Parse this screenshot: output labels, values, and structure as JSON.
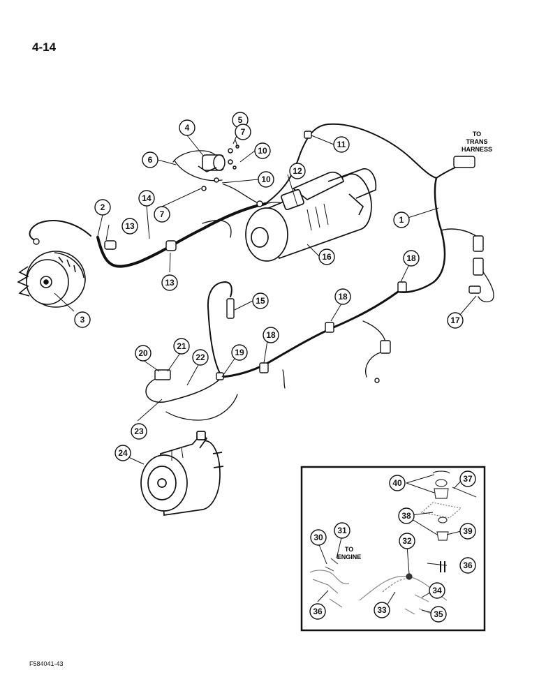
{
  "page": {
    "number": "4-14",
    "figure_code": "F584041-43"
  },
  "notes": {
    "trans_harness": [
      "TO",
      "TRANS",
      "HARNESS"
    ],
    "engine": [
      "TO",
      "ENGINE"
    ]
  },
  "callouts": [
    "1",
    "2",
    "3",
    "4",
    "5",
    "6",
    "7",
    "7",
    "10",
    "10",
    "11",
    "12",
    "13",
    "13",
    "14",
    "15",
    "16",
    "17",
    "18",
    "18",
    "18",
    "19",
    "20",
    "21",
    "22",
    "23",
    "24",
    "30",
    "31",
    "32",
    "33",
    "34",
    "35",
    "36",
    "36",
    "37",
    "38",
    "39",
    "40"
  ]
}
